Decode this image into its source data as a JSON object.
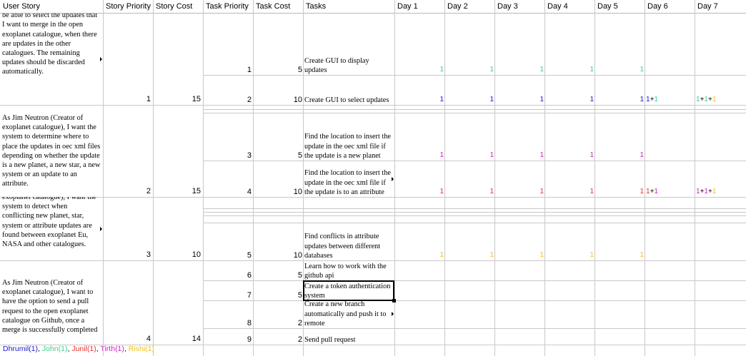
{
  "colors": {
    "dhrumil": "#1a1acd",
    "john": "#3fd08a",
    "junil": "#ee3030",
    "tirth": "#d21ec8",
    "rishi": "#f0c020",
    "grid": "#c8c8c8",
    "selection": "#000000"
  },
  "headers": [
    "User Story",
    "Story Priority",
    "Story Cost",
    "Task Priority",
    "Task Cost",
    "Tasks",
    "Day 1",
    "Day 2",
    "Day 3",
    "Day 4",
    "Day 5",
    "Day 6",
    "Day 7"
  ],
  "stories": [
    {
      "text": "exoplanet catalogue), I want to be able to select the updates that I want to merge in the open exoplanet catalogue, when there are updates in the other catalogues. The remaining updates should be discarded automatically.",
      "priority": "1",
      "cost": "15"
    },
    {
      "text": "As Jim Neutron (Creator of exoplanet catalogue), I want the system to determine where to place the updates in oec xml files depending on whether the update is a new planet, a new star, a new system or an update to an attribute.",
      "priority": "2",
      "cost": "15"
    },
    {
      "text": "exoplanet catalogue), I want the system to detect when conflicting new planet, star, system or attribute updates are found between exoplanet Eu, NASA and other catalogues.",
      "priority": "3",
      "cost": "10"
    },
    {
      "text": "As Jim Neutron (Creator of exoplanet catalogue), I want to have the option to send a pull request to the open exoplanet catalogue on Github, once a merge is successfully completed",
      "priority": "4",
      "cost": "14"
    }
  ],
  "tasks": [
    {
      "priority": "1",
      "cost": "5",
      "text": "Create GUI to display updates",
      "days": [
        "1",
        "1",
        "1",
        "1",
        "1"
      ],
      "day_color": "john"
    },
    {
      "priority": "2",
      "cost": "10",
      "text": "Create GUI to select updates",
      "days": [
        "1",
        "1",
        "1",
        "1",
        "1"
      ],
      "day_color": "dhrumil",
      "day6": [
        "1",
        "+",
        "1"
      ],
      "day7": [
        "1",
        "+",
        "1",
        "+",
        "1"
      ]
    },
    {
      "priority": "3",
      "cost": "5",
      "text": "Find the location to insert the update in the oec xml file if the update is a new planet",
      "days": [
        "1",
        "1",
        "1",
        "1",
        "1"
      ],
      "day_color": "tirth"
    },
    {
      "priority": "4",
      "cost": "10",
      "text": "Find the location to insert the update in the oec xml file if the update is to an attribute",
      "days": [
        "1",
        "1",
        "1",
        "1",
        "1"
      ],
      "day_color": "junil",
      "day6": [
        "1",
        "+",
        "1"
      ],
      "day7": [
        "1",
        "+",
        "1",
        "+",
        "1"
      ]
    },
    {
      "priority": "5",
      "cost": "10",
      "text": "Find conflicts in attribute updates between different databases",
      "days": [
        "1",
        "1",
        "1",
        "1",
        "1"
      ],
      "day_color": "rishi"
    },
    {
      "priority": "6",
      "cost": "5",
      "text": "Learn how to work with the github api"
    },
    {
      "priority": "7",
      "cost": "5",
      "text": "Create a token authentication system"
    },
    {
      "priority": "8",
      "cost": "2",
      "text": "Create a new branch automatically and push it to remote"
    },
    {
      "priority": "9",
      "cost": "2",
      "text": "Send pull request"
    }
  ],
  "legend": [
    {
      "name": "Dhrumil",
      "count": "(1)",
      "color": "dhrumil"
    },
    {
      "name": "John",
      "count": "(1)",
      "color": "john"
    },
    {
      "name": "Junil",
      "count": "(1)",
      "color": "junil"
    },
    {
      "name": "Tirth",
      "count": "(1)",
      "color": "tirth"
    },
    {
      "name": "Rishi",
      "count": "(1)",
      "color": "rishi"
    }
  ]
}
